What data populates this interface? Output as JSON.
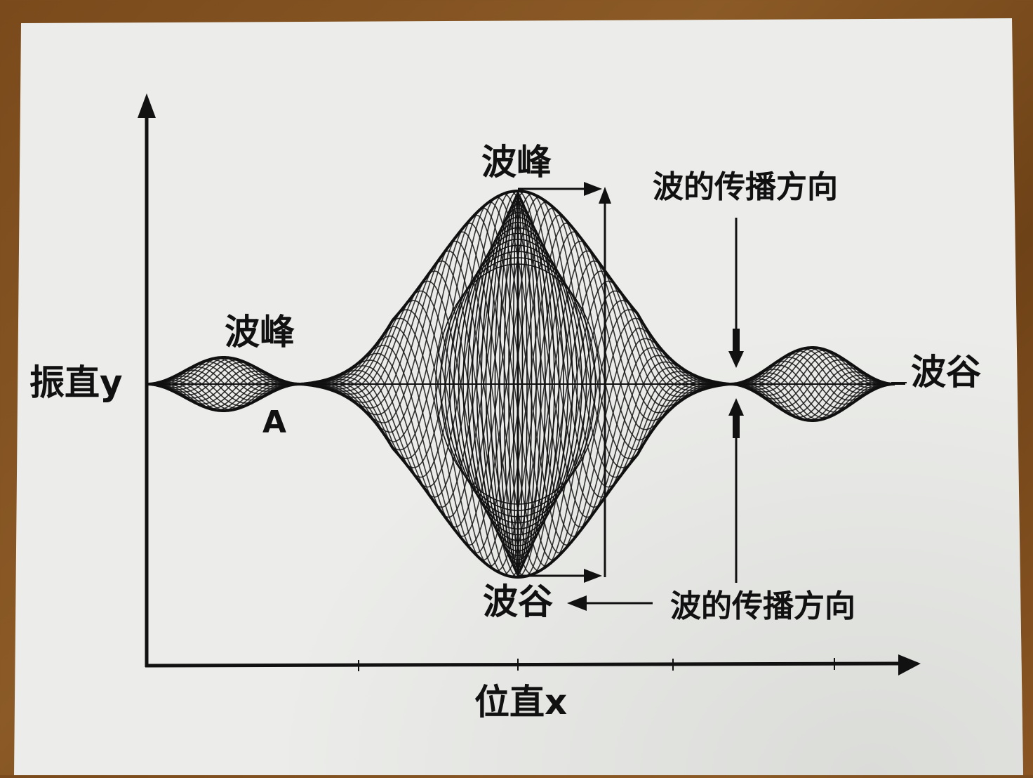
{
  "diagram": {
    "title": "Wave packet propagation diagram",
    "axes": {
      "y_label": "振直y",
      "x_label": "位直x",
      "x_ticks": 4
    },
    "labels": {
      "crest_main": "波峰",
      "crest_small": "波峰",
      "point_a": "A",
      "trough_main": "波谷",
      "trough_right": "波谷",
      "direction_top": "波的传播方向",
      "direction_bottom": "波的传播方向"
    },
    "colors": {
      "ink": "#111111",
      "paper": "#ecedea",
      "background": "#7a4a1c"
    }
  }
}
